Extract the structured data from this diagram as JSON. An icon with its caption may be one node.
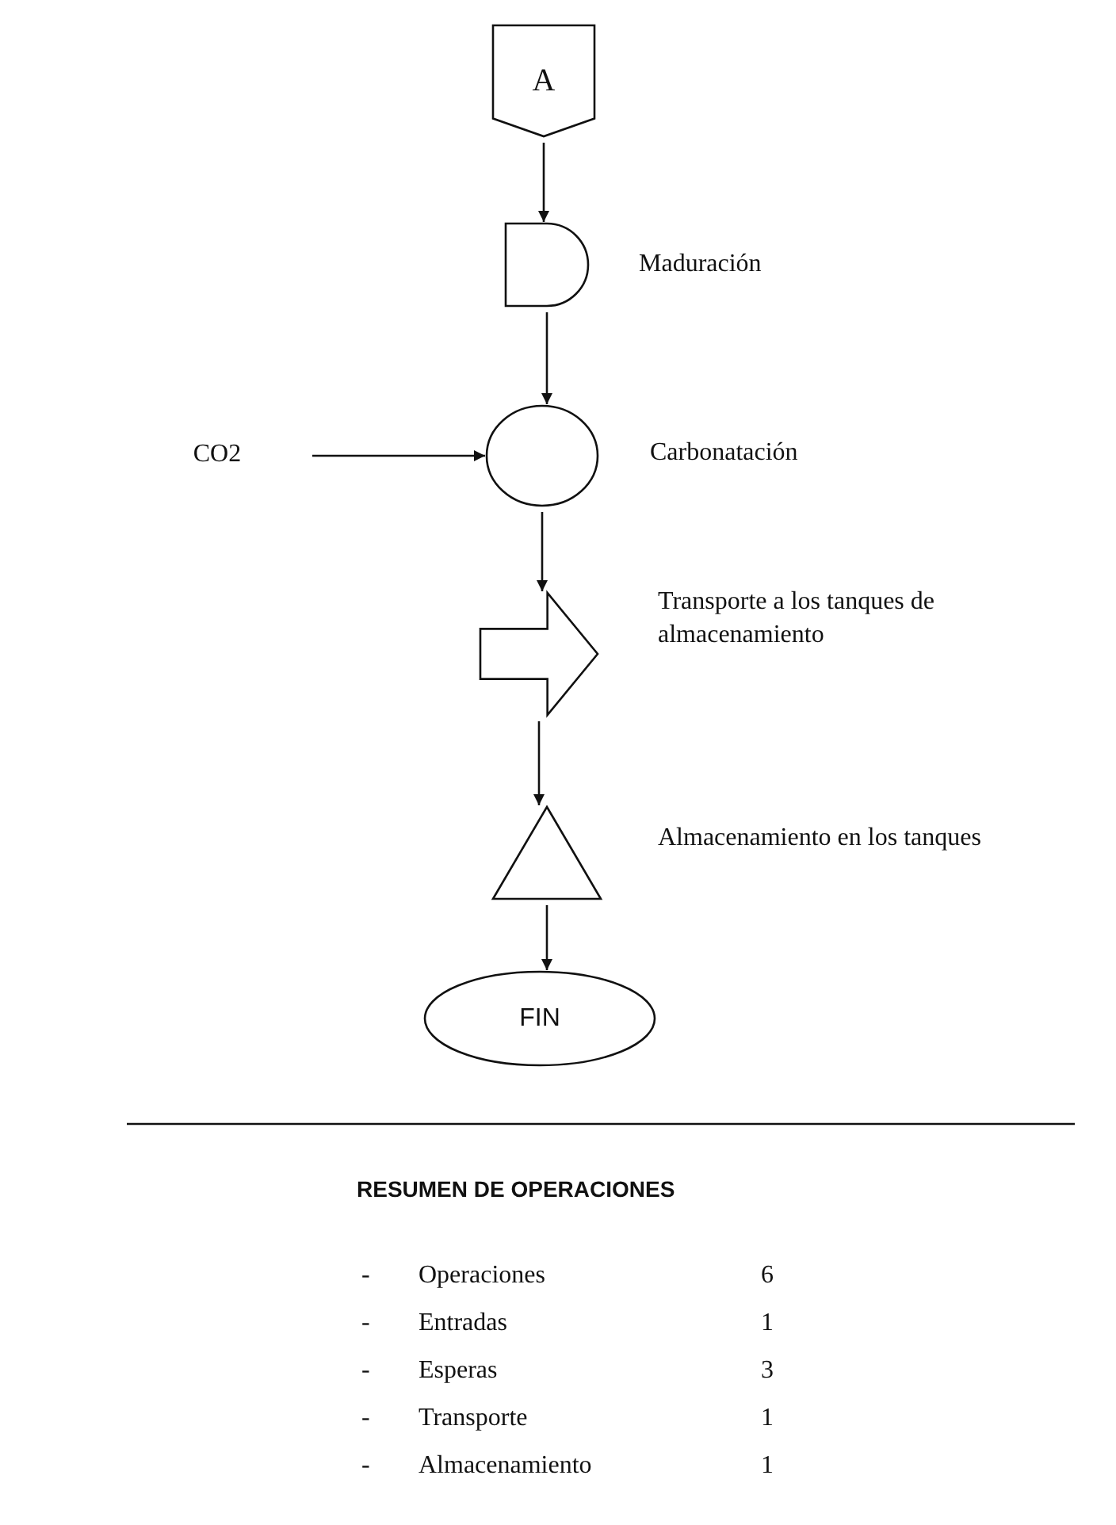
{
  "diagram": {
    "nodes": [
      {
        "text": [
          "A"
        ]
      },
      {
        "text": [],
        "shape": "delay",
        "beside": [
          "Maduración"
        ]
      },
      {
        "text": [
          "CO2"
        ]
      },
      {
        "text": [],
        "shape": "circle",
        "beside": [
          "Carbonatación"
        ]
      },
      {
        "text": [],
        "shape": "arrow",
        "beside": [
          "Transporte a los tanques de almacenamiento"
        ]
      },
      {
        "text": [],
        "shape": "triangle",
        "beside": [
          "Almacenamiento en los tanques"
        ]
      },
      {
        "text": [
          "FIN"
        ]
      }
    ],
    "edges": [
      {
        "from": 0,
        "to": 1,
        "arrow": "to"
      },
      {
        "from": 1,
        "to": 3,
        "arrow": "to"
      },
      {
        "from": 2,
        "to": 3,
        "arrow": "to"
      },
      {
        "from": 3,
        "to": 4,
        "arrow": "to"
      },
      {
        "from": 4,
        "to": 5,
        "arrow": "to"
      },
      {
        "from": 5,
        "to": 6,
        "arrow": "to"
      }
    ],
    "labels": [
      "RESUMEN DE OPERACIONES",
      "-",
      "Operaciones",
      "6",
      "-",
      "Entradas",
      "1",
      "-",
      "Esperas",
      "3",
      "-",
      "Transporte",
      "1",
      "-",
      "Almacenamiento",
      "1"
    ]
  }
}
